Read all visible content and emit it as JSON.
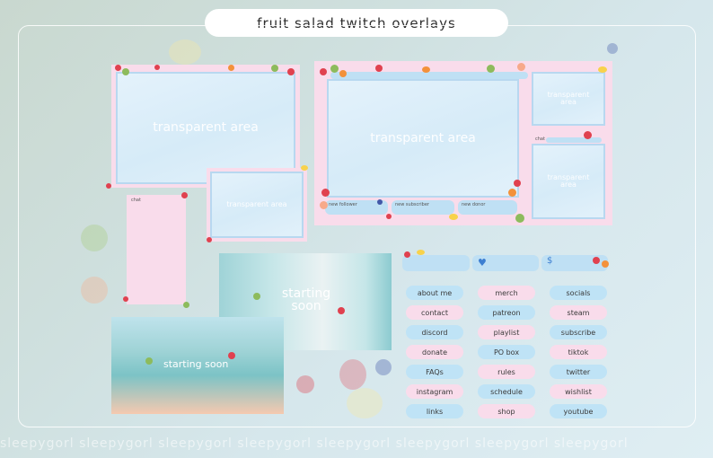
{
  "title": "fruit salad twitch overlays",
  "transparent_area_label": "transparent area",
  "chat_label": "chat",
  "starting_soon_label": "starting soon",
  "follower_label": "new follower",
  "subscriber_label": "new subscriber",
  "donor_label": "new donor",
  "alert_dollar": "$",
  "panels": {
    "col1": [
      "about me",
      "contact",
      "discord",
      "donate",
      "FAQs",
      "instagram",
      "links"
    ],
    "col2": [
      "merch",
      "patreon",
      "playlist",
      "PO box",
      "rules",
      "schedule",
      "shop"
    ],
    "col3": [
      "socials",
      "steam",
      "subscribe",
      "tiktok",
      "twitter",
      "wishlist",
      "youtube"
    ]
  },
  "watermark": "sleepygorl sleepygorl sleepygorl sleepygorl sleepygorl sleepygorl sleepygorl sleepygorl",
  "colors": {
    "pink": "#f9dceb",
    "blue": "#bfe3f6",
    "border": "#b8d8f0"
  }
}
